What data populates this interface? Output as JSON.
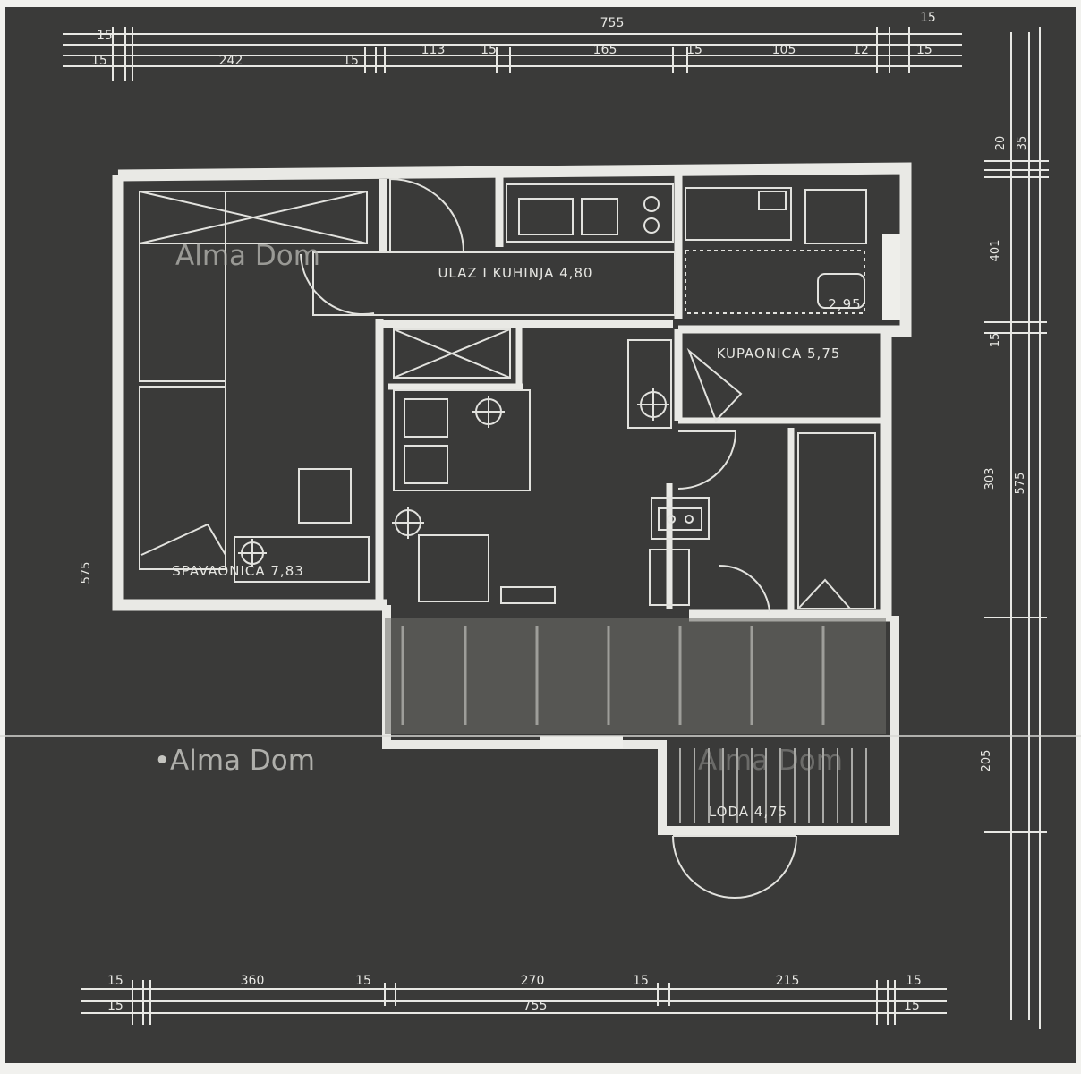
{
  "colors": {
    "page_background": "#f1f1ee",
    "sheet_background": "#3a3a39",
    "lines": "#e9e9e5",
    "watermark": "#bdbdb7"
  },
  "dimensions": {
    "top_overall": "755",
    "top_segments": [
      "15",
      "15",
      "242",
      "15",
      "113",
      "15",
      "165",
      "15",
      "105",
      "12",
      "15",
      "15"
    ],
    "bottom_segments": [
      "15",
      "15",
      "360",
      "15",
      "270",
      "15",
      "215",
      "15",
      "15"
    ],
    "bottom_overall": "755",
    "right_segments": [
      "20",
      "35",
      "401",
      "15",
      "303",
      "575",
      "205"
    ],
    "left_mark": "575"
  },
  "rooms": {
    "entrance_kitchen": "ULAZ I KUHINJA 4,80",
    "bathroom": "2,95",
    "hallway": "KUPAONICA 5,75",
    "bedroom": "SPAVAONICA 7,83",
    "balcony": "LODA 4,75"
  },
  "watermarks": [
    "Alma Dom",
    "Alma Dom",
    "Alma Dom"
  ],
  "icons": [
    "door-swing-icon",
    "stove-icon",
    "sink-icon",
    "wardrobe-icon",
    "light-fixture-icon"
  ]
}
